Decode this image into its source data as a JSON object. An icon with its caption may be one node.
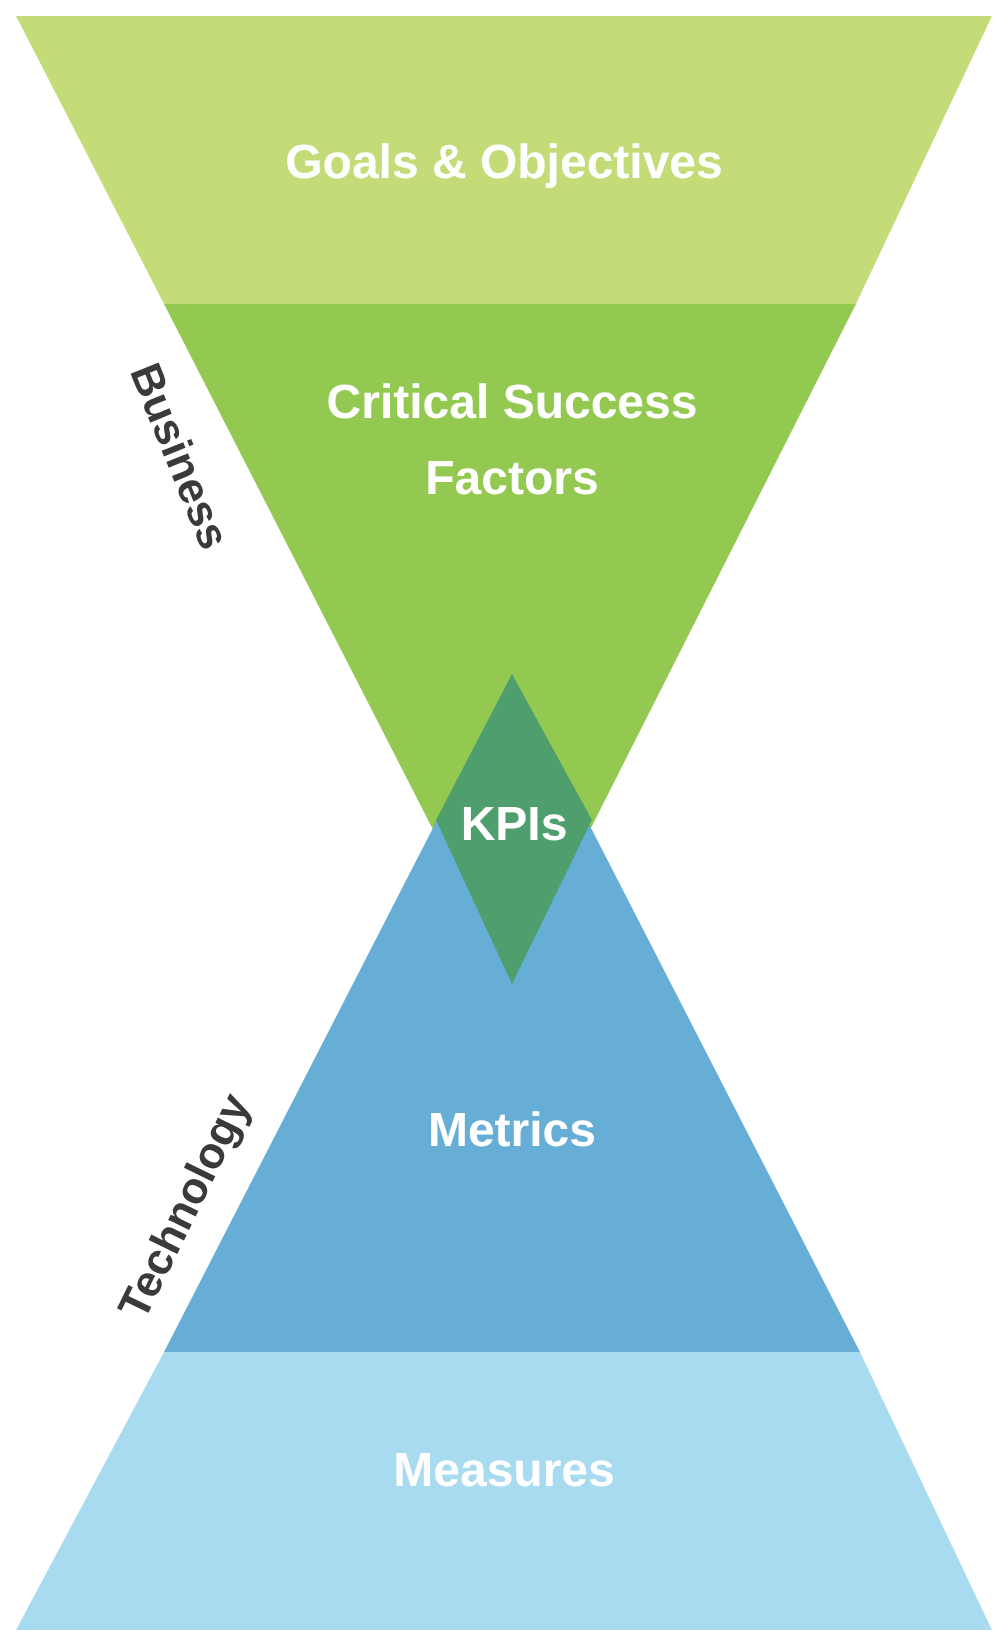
{
  "diagram": {
    "nodes": [
      {
        "text": [
          "Goals & Objectives"
        ]
      },
      {
        "text": [
          "Critical Success Factors"
        ]
      },
      {
        "text": [
          "Metrics"
        ]
      },
      {
        "text": [
          "Measures"
        ]
      },
      {
        "text": [
          "KPIs"
        ]
      }
    ],
    "labels": [
      "Business",
      "Technology"
    ]
  }
}
